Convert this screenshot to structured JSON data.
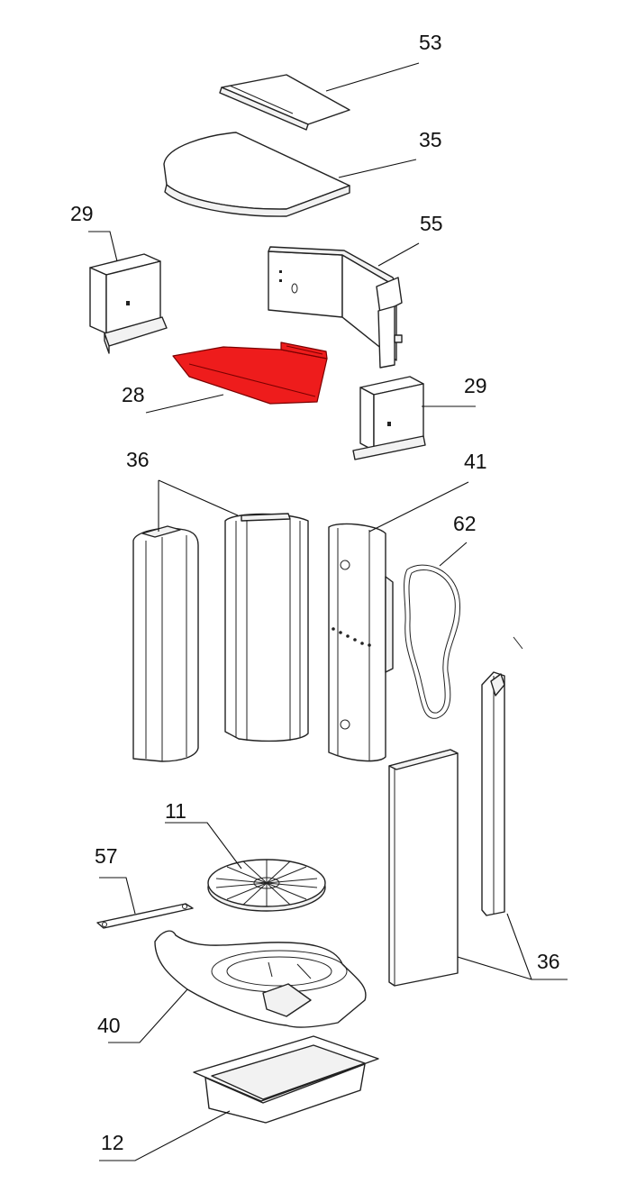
{
  "diagram": {
    "highlight_color": "#ee1c1c",
    "labels": [
      {
        "id": "l53",
        "text": "53"
      },
      {
        "id": "l35",
        "text": "35"
      },
      {
        "id": "l29a",
        "text": "29"
      },
      {
        "id": "l55",
        "text": "55"
      },
      {
        "id": "l28",
        "text": "28"
      },
      {
        "id": "l29b",
        "text": "29"
      },
      {
        "id": "l36a",
        "text": "36"
      },
      {
        "id": "l41",
        "text": "41"
      },
      {
        "id": "l62",
        "text": "62"
      },
      {
        "id": "l11",
        "text": "11"
      },
      {
        "id": "l57",
        "text": "57"
      },
      {
        "id": "l36b",
        "text": "36"
      },
      {
        "id": "l40",
        "text": "40"
      },
      {
        "id": "l12",
        "text": "12"
      }
    ]
  }
}
